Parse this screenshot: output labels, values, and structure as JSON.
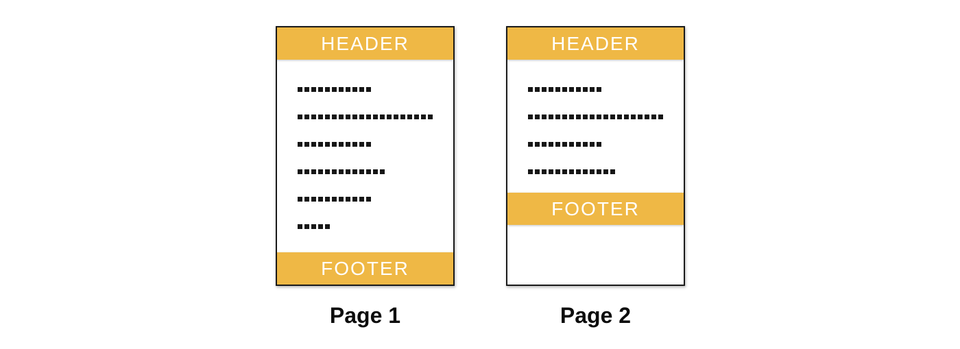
{
  "colors": {
    "accent": "#EFB845",
    "bar_text": "#ffffff",
    "page_border": "#1a1a1a",
    "dot": "#161616",
    "canvas_background": "#ffffff"
  },
  "pages": [
    {
      "label": "Page 1",
      "header": "HEADER",
      "footer": "FOOTER",
      "footer_position": "page-bottom",
      "content_dot_lines": [
        11,
        20,
        11,
        13,
        11,
        5
      ]
    },
    {
      "label": "Page 2",
      "header": "HEADER",
      "footer": "FOOTER",
      "footer_position": "after-content",
      "content_dot_lines": [
        11,
        20,
        11,
        13
      ]
    }
  ]
}
